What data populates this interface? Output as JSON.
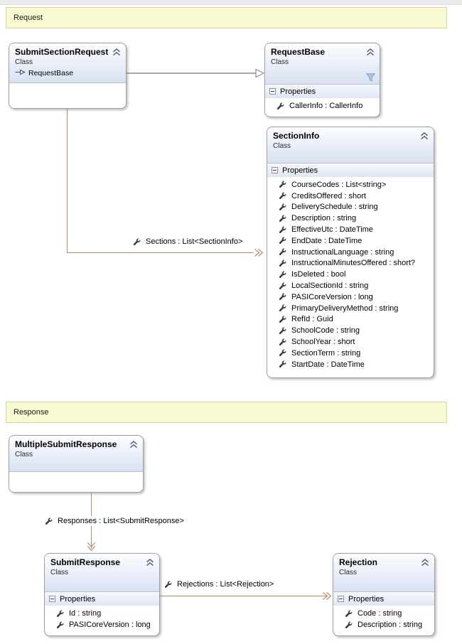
{
  "banners": {
    "request": "Request",
    "response": "Response"
  },
  "classes": {
    "submit_section_request": {
      "name": "SubmitSectionRequest",
      "stereotype": "Class",
      "base": "RequestBase"
    },
    "request_base": {
      "name": "RequestBase",
      "stereotype": "Class",
      "properties_label": "Properties",
      "properties": [
        "CallerInfo : CallerInfo"
      ]
    },
    "section_info": {
      "name": "SectionInfo",
      "stereotype": "Class",
      "properties_label": "Properties",
      "properties": [
        "CourseCodes : List<string>",
        "CreditsOffered : short",
        "DeliverySchedule : string",
        "Description : string",
        "EffectiveUtc : DateTime",
        "EndDate : DateTime",
        "InstructionalLanguage : string",
        "InstructionalMinutesOffered : short?",
        "IsDeleted : bool",
        "LocalSectionId : string",
        "PASICoreVersion : long",
        "PrimaryDeliveryMethod : string",
        "RefId : Guid",
        "SchoolCode : string",
        "SchoolYear : short",
        "SectionTerm : string",
        "StartDate : DateTime"
      ]
    },
    "multiple_submit_response": {
      "name": "MultipleSubmitResponse",
      "stereotype": "Class"
    },
    "submit_response": {
      "name": "SubmitResponse",
      "stereotype": "Class",
      "properties_label": "Properties",
      "properties": [
        "Id : string",
        "PASICoreVersion : long"
      ]
    },
    "rejection": {
      "name": "Rejection",
      "stereotype": "Class",
      "properties_label": "Properties",
      "properties": [
        "Code : string",
        "Description : string"
      ]
    }
  },
  "associations": {
    "sections": {
      "label": "Sections : List<SectionInfo>"
    },
    "responses": {
      "label": "Responses : List<SubmitResponse>"
    },
    "rejections": {
      "label": "Rejections : List<Rejection>"
    }
  },
  "icons": {
    "collapse": "chevron-double-up",
    "expander": "minus-box",
    "property": "wrench",
    "filter": "funnel",
    "inheritance": "hollow-triangle-right",
    "association_arrow": "double-chevron"
  },
  "colors": {
    "banner_bg": "#FAFAD2",
    "banner_border": "#D6D69A",
    "association": "#B58A69",
    "inheritance": "#A9A9A9",
    "header_gradient_end": "#D9E1F2"
  }
}
